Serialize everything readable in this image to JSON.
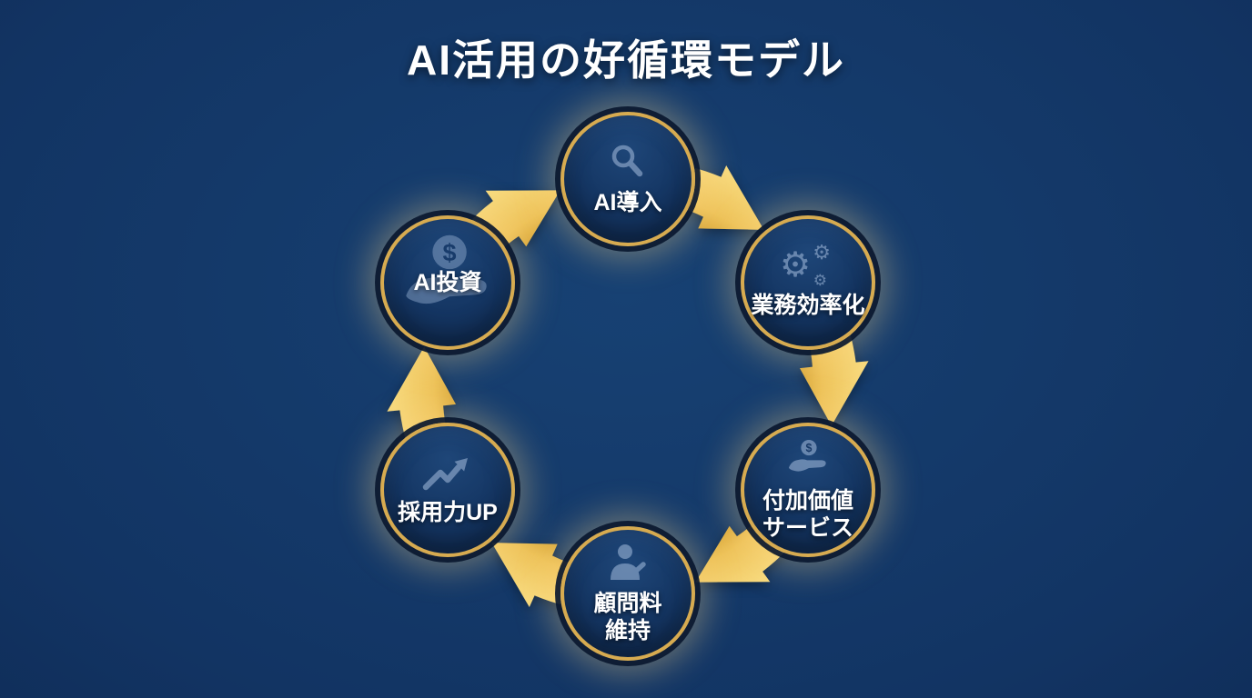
{
  "title": "AI活用の好循環モデル",
  "diagram": {
    "type": "cycle",
    "direction": "clockwise",
    "node_count": 6,
    "nodes": [
      {
        "label": "AI導入",
        "icon": "magnifier-icon",
        "position": "top"
      },
      {
        "label": "業務効率化",
        "icon": "gears-icon",
        "position": "top-right"
      },
      {
        "label": "付加価値\nサービス",
        "icon": "hand-coin-icon",
        "position": "bottom-right"
      },
      {
        "label": "顧問料\n維持",
        "icon": "person-pen-icon",
        "position": "bottom"
      },
      {
        "label": "採用力UP",
        "icon": "growth-arrow-icon",
        "position": "bottom-left"
      },
      {
        "label": "AI投資",
        "icon": "dollar-hand-icon",
        "position": "top-left"
      }
    ],
    "arrows": {
      "count": 6,
      "direction": "clockwise",
      "style": "thick curved gold"
    }
  },
  "icons": {
    "gears": "⚙",
    "coin_symbol": "$"
  },
  "colors": {
    "bg_outer": "#0b1f44",
    "bg_mid": "#123463",
    "bg_inner": "#174173",
    "node_top": "#1e4678",
    "node_bottom": "#102a50",
    "ring_gold": "#d7ab50",
    "arrow_deep": "#d29f33",
    "arrow_gold": "#eec35a",
    "arrow_light": "#f7d97c",
    "glow_gold": "#ffd884",
    "icon_blue": "#97b0d2",
    "text_white": "#ffffff"
  }
}
